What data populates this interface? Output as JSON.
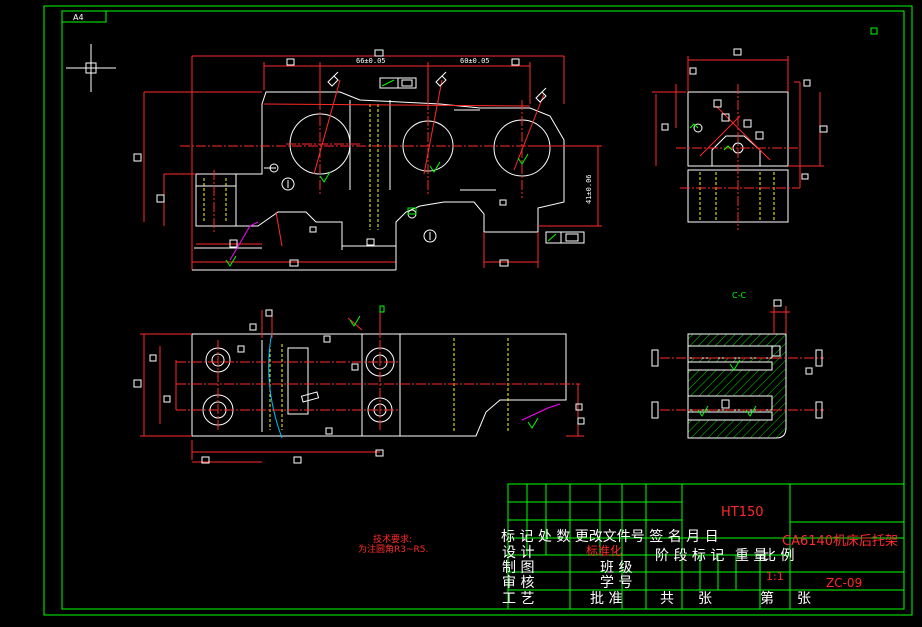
{
  "sheet": {
    "size_label": "A4"
  },
  "colors": {
    "border": "#00ff00",
    "outline": "#ffffff",
    "center": "#ff2a2a",
    "hidden": "#ffff00",
    "dimension": "#ff2a2a",
    "symbol": "#00ff00",
    "leader": "#ff00ff",
    "hatch": "#00cc00"
  },
  "dimensions": {
    "upper_left": "66±0.05",
    "upper_right": "60±0.05",
    "vertical": "41±0.06"
  },
  "section": {
    "label": "C-C"
  },
  "notes": {
    "title": "技术要求:",
    "line1": "为注圆角R3~R5."
  },
  "title_block": {
    "material": "HT150",
    "part_name": "CA6140机床后托架",
    "drawing_no": "ZC-09",
    "scale": "1:1",
    "standardization": "标准化",
    "row_header": "标 记 处 数 更改文件号 签 名 月 日",
    "design": "设 计",
    "drafting": "制 图",
    "review": "审 核",
    "process": "工 艺",
    "class": "班 级",
    "student_no": "学 号",
    "approve": "批 准",
    "stage": "阶 段 标 记",
    "weight": "重 量",
    "scale_label": "比 例",
    "total": "共",
    "sheets": "张",
    "page": "第",
    "sheet_unit": "张"
  }
}
